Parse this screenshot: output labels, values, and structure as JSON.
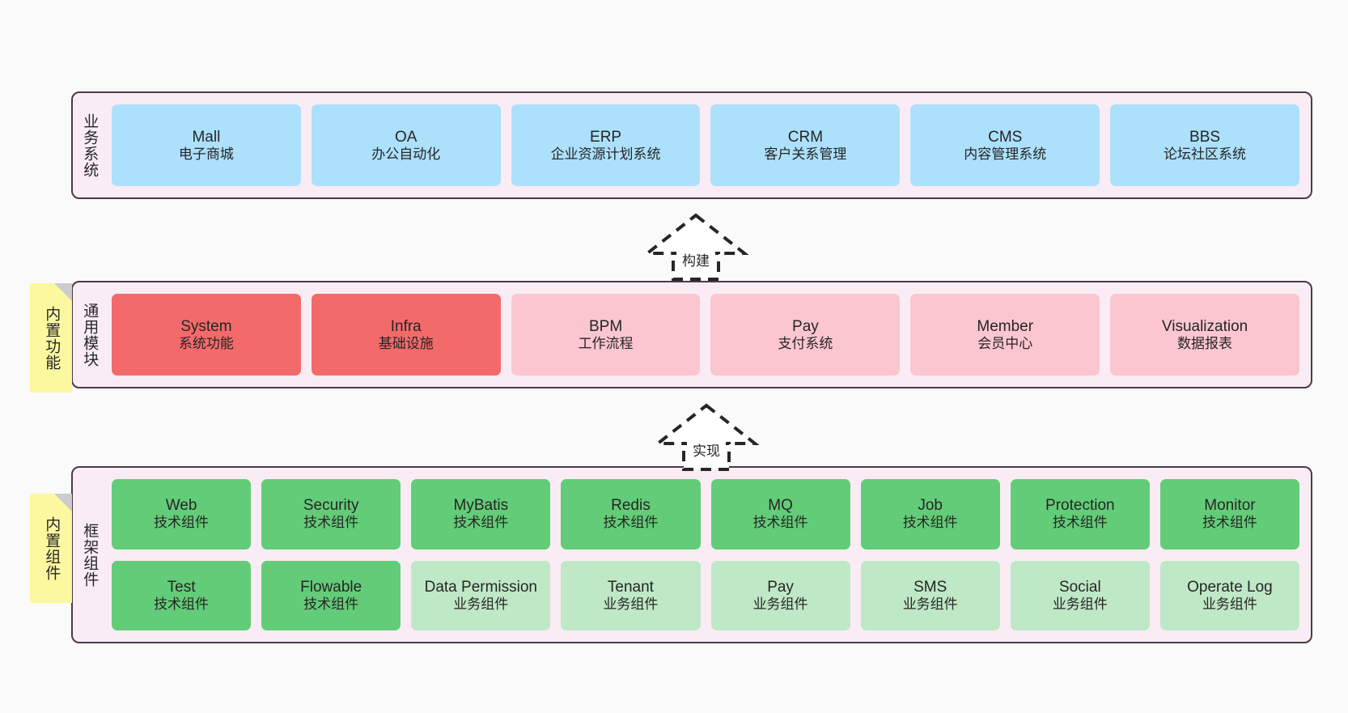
{
  "diagram": {
    "background": "#fafafa",
    "layers": [
      {
        "id": "business-systems",
        "title": "业务系统",
        "nodes": [
          {
            "name": "Mall",
            "sub": "电子商城",
            "color": "#ace0fb"
          },
          {
            "name": "OA",
            "sub": "办公自动化",
            "color": "#ace0fb"
          },
          {
            "name": "ERP",
            "sub": "企业资源计划系统",
            "color": "#ace0fb"
          },
          {
            "name": "CRM",
            "sub": "客户关系管理",
            "color": "#ace0fb"
          },
          {
            "name": "CMS",
            "sub": "内容管理系统",
            "color": "#ace0fb"
          },
          {
            "name": "BBS",
            "sub": "论坛社区系统",
            "color": "#ace0fb"
          }
        ]
      },
      {
        "id": "general-modules",
        "title": "通用模块",
        "note": "内置功能",
        "nodes": [
          {
            "name": "System",
            "sub": "系统功能",
            "color": "#f26a6a"
          },
          {
            "name": "Infra",
            "sub": "基础设施",
            "color": "#f26a6a"
          },
          {
            "name": "BPM",
            "sub": "工作流程",
            "color": "#fbc6cf"
          },
          {
            "name": "Pay",
            "sub": "支付系统",
            "color": "#fbc6cf"
          },
          {
            "name": "Member",
            "sub": "会员中心",
            "color": "#fbc6cf"
          },
          {
            "name": "Visualization",
            "sub": "数据报表",
            "color": "#fbc6cf"
          }
        ]
      },
      {
        "id": "framework-components",
        "title": "框架组件",
        "note": "内置组件",
        "rows": [
          [
            {
              "name": "Web",
              "sub": "技术组件",
              "color": "#63cc78"
            },
            {
              "name": "Security",
              "sub": "技术组件",
              "color": "#63cc78"
            },
            {
              "name": "MyBatis",
              "sub": "技术组件",
              "color": "#63cc78"
            },
            {
              "name": "Redis",
              "sub": "技术组件",
              "color": "#63cc78"
            },
            {
              "name": "MQ",
              "sub": "技术组件",
              "color": "#63cc78"
            },
            {
              "name": "Job",
              "sub": "技术组件",
              "color": "#63cc78"
            },
            {
              "name": "Protection",
              "sub": "技术组件",
              "color": "#63cc78"
            },
            {
              "name": "Monitor",
              "sub": "技术组件",
              "color": "#63cc78"
            }
          ],
          [
            {
              "name": "Test",
              "sub": "技术组件",
              "color": "#63cc78"
            },
            {
              "name": "Flowable",
              "sub": "技术组件",
              "color": "#63cc78"
            },
            {
              "name": "Data Permission",
              "sub": "业务组件",
              "color": "#bfe8c6"
            },
            {
              "name": "Tenant",
              "sub": "业务组件",
              "color": "#bfe8c6"
            },
            {
              "name": "Pay",
              "sub": "业务组件",
              "color": "#bfe8c6"
            },
            {
              "name": "SMS",
              "sub": "业务组件",
              "color": "#bfe8c6"
            },
            {
              "name": "Social",
              "sub": "业务组件",
              "color": "#bfe8c6"
            },
            {
              "name": "Operate Log",
              "sub": "业务组件",
              "color": "#bfe8c6"
            }
          ]
        ]
      }
    ],
    "connectors": [
      {
        "id": "build",
        "label": "构建",
        "style": "dashed-hollow-triangle-up"
      },
      {
        "id": "implement",
        "label": "实现",
        "style": "dashed-hollow-triangle-up"
      }
    ]
  }
}
